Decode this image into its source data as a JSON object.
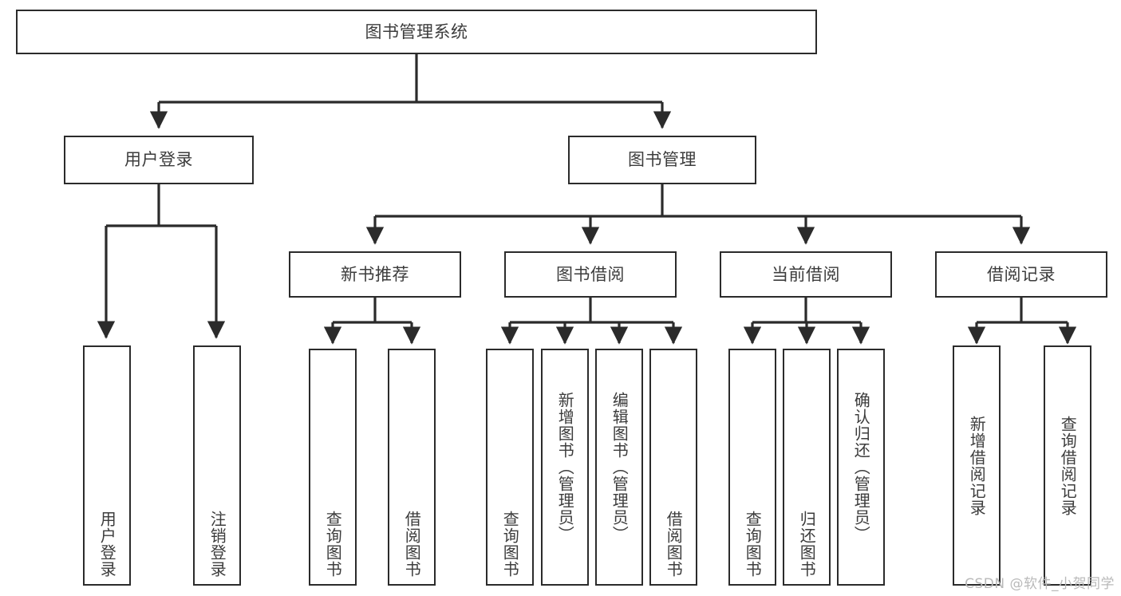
{
  "diagram": {
    "title": "图书管理系统",
    "type": "tree-hierarchy-chart",
    "watermark": "CSDN @软件_小贺同学",
    "colors": {
      "box_border": "#2b2b2b",
      "box_fill": "#ffffff",
      "text": "#3c3c3c",
      "edge": "#2b2b2b",
      "watermark": "#b9b9b9"
    },
    "nodes": {
      "root": {
        "label": "图书管理系统"
      },
      "level2": [
        {
          "label": "用户登录"
        },
        {
          "label": "图书管理"
        }
      ],
      "level3": [
        {
          "label": "新书推荐"
        },
        {
          "label": "图书借阅"
        },
        {
          "label": "当前借阅"
        },
        {
          "label": "借阅记录"
        }
      ],
      "leaves": {
        "user_login": [
          {
            "label": "用户登录"
          },
          {
            "label": "注销登录"
          }
        ],
        "new_book": [
          {
            "label": "查询图书"
          },
          {
            "label": "借阅图书"
          }
        ],
        "book_borrow": [
          {
            "label": "查询图书"
          },
          {
            "label": "新增图书（管理员）"
          },
          {
            "label": "编辑图书（管理员）"
          },
          {
            "label": "借阅图书"
          }
        ],
        "current_borrow": [
          {
            "label": "查询图书"
          },
          {
            "label": "归还图书"
          },
          {
            "label": "确认归还（管理员）"
          }
        ],
        "borrow_record": [
          {
            "label": "新增借阅记录"
          },
          {
            "label": "查询借阅记录"
          }
        ]
      }
    }
  }
}
